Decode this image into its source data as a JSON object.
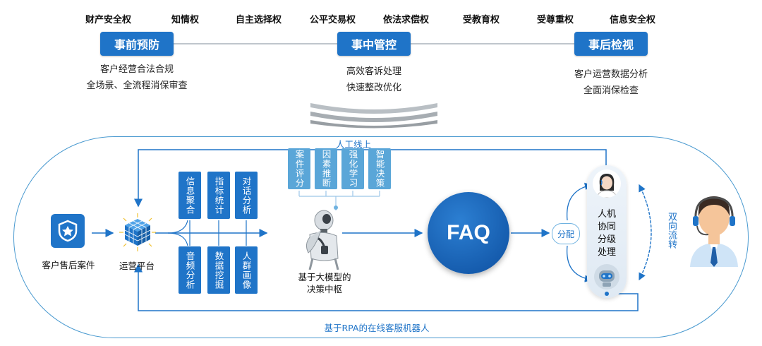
{
  "rights": [
    "财产安全权",
    "知情权",
    "自主选择权",
    "公平交易权",
    "依法求偿权",
    "受教育权",
    "受尊重权",
    "信息安全权"
  ],
  "stages": [
    {
      "label": "事前预防",
      "desc": [
        "客户经营合法合规",
        "全场景、全流程消保审查"
      ]
    },
    {
      "label": "事中管控",
      "desc": [
        "高效客诉处理",
        "快速整改优化"
      ]
    },
    {
      "label": "事后检视",
      "desc": [
        "客户运营数据分析",
        "全面消保检查"
      ]
    }
  ],
  "flow": {
    "human_online": "人工线上",
    "case": "客户售后案件",
    "platform": "运营平台",
    "top_boxes": [
      "信息聚合",
      "指标统计",
      "对话分析"
    ],
    "bottom_boxes": [
      "音频分析",
      "数据挖掘",
      "人群画像"
    ],
    "model_boxes": [
      "案件评分",
      "因素推断",
      "强化学习",
      "智能决策"
    ],
    "model_caption_line1": "基于大模型的",
    "model_caption_line2": "决策中枢",
    "faq": "FAQ",
    "distribute": "分配",
    "collab": [
      "人机",
      "协同",
      "分级",
      "处理"
    ],
    "two_way": "双向流转",
    "rpa": "基于RPA的在线客服机器人"
  },
  "colors": {
    "primary": "#1f74c8",
    "faq_dark": "#0d4fa0",
    "light_box": "#5aa6d8",
    "outline": "#4a9ad0"
  }
}
